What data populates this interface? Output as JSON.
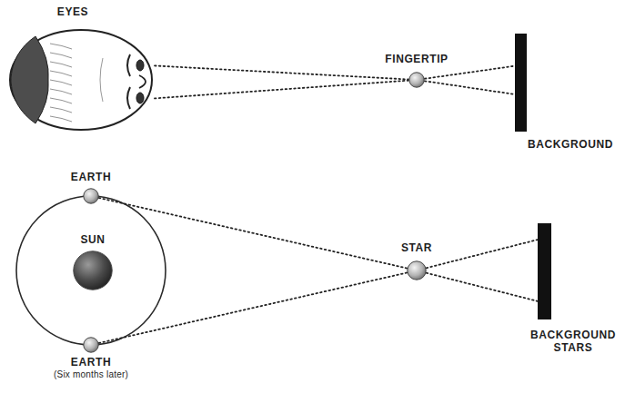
{
  "diagram": {
    "nodes": [
      {
        "text": [
          "EYES"
        ]
      },
      {
        "text": [
          "FINGERTIP"
        ]
      },
      {
        "text": [
          "BACKGROUND"
        ]
      },
      {
        "text": [
          "EARTH"
        ]
      },
      {
        "text": [
          "SUN"
        ]
      },
      {
        "text": [
          "STAR"
        ]
      },
      {
        "text": [
          "BACKGROUND STARS"
        ]
      },
      {
        "text": [
          "EARTH",
          "(Six months later)"
        ]
      }
    ],
    "edges": [
      {
        "from": 0,
        "to": 1,
        "arrow": "none"
      },
      {
        "from": 0,
        "to": 1,
        "arrow": "none"
      },
      {
        "from": 1,
        "to": 2,
        "arrow": "none"
      },
      {
        "from": 1,
        "to": 2,
        "arrow": "none"
      },
      {
        "from": 3,
        "to": 5,
        "arrow": "none"
      },
      {
        "from": 7,
        "to": 5,
        "arrow": "none"
      },
      {
        "from": 5,
        "to": 6,
        "arrow": "none"
      },
      {
        "from": 5,
        "to": 6,
        "arrow": "none"
      }
    ]
  }
}
